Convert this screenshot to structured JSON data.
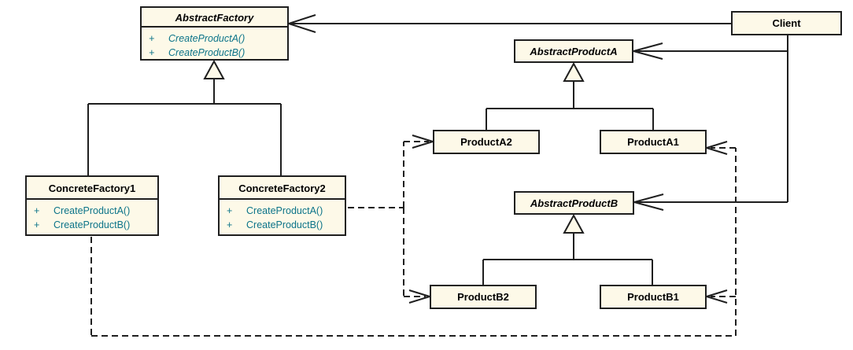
{
  "diagram_type": "uml-class-diagram",
  "colors": {
    "background": "#ffffff",
    "box_fill": "#fdf9e8",
    "box_border": "#1f1f1f",
    "title_text": "#000000",
    "method_text": "#0c7489"
  },
  "classes": {
    "abstract_factory": {
      "name": "AbstractFactory",
      "abstract": true,
      "methods": [
        {
          "visibility": "+",
          "signature": "CreateProductA()"
        },
        {
          "visibility": "+",
          "signature": "CreateProductB()"
        }
      ]
    },
    "client": {
      "name": "Client",
      "abstract": false
    },
    "abstract_product_a": {
      "name": "AbstractProductA",
      "abstract": true
    },
    "product_a2": {
      "name": "ProductA2",
      "abstract": false
    },
    "product_a1": {
      "name": "ProductA1",
      "abstract": false
    },
    "abstract_product_b": {
      "name": "AbstractProductB",
      "abstract": true
    },
    "product_b2": {
      "name": "ProductB2",
      "abstract": false
    },
    "product_b1": {
      "name": "ProductB1",
      "abstract": false
    },
    "concrete_factory1": {
      "name": "ConcreteFactory1",
      "abstract": false,
      "methods": [
        {
          "visibility": "+",
          "signature": "CreateProductA()"
        },
        {
          "visibility": "+",
          "signature": "CreateProductB()"
        }
      ]
    },
    "concrete_factory2": {
      "name": "ConcreteFactory2",
      "abstract": false,
      "methods": [
        {
          "visibility": "+",
          "signature": "CreateProductA()"
        },
        {
          "visibility": "+",
          "signature": "CreateProductB()"
        }
      ]
    }
  },
  "relationships": [
    {
      "from": "Client",
      "to": "AbstractFactory",
      "type": "association",
      "line": "solid",
      "arrow": "open"
    },
    {
      "from": "Client",
      "to": "AbstractProductA",
      "type": "association",
      "line": "solid",
      "arrow": "open"
    },
    {
      "from": "Client",
      "to": "AbstractProductB",
      "type": "association",
      "line": "solid",
      "arrow": "open"
    },
    {
      "from": "ConcreteFactory1",
      "to": "AbstractFactory",
      "type": "generalization",
      "line": "solid",
      "arrow": "hollow-triangle"
    },
    {
      "from": "ConcreteFactory2",
      "to": "AbstractFactory",
      "type": "generalization",
      "line": "solid",
      "arrow": "hollow-triangle"
    },
    {
      "from": "ProductA2",
      "to": "AbstractProductA",
      "type": "generalization",
      "line": "solid",
      "arrow": "hollow-triangle"
    },
    {
      "from": "ProductA1",
      "to": "AbstractProductA",
      "type": "generalization",
      "line": "solid",
      "arrow": "hollow-triangle"
    },
    {
      "from": "ProductB2",
      "to": "AbstractProductB",
      "type": "generalization",
      "line": "solid",
      "arrow": "hollow-triangle"
    },
    {
      "from": "ProductB1",
      "to": "AbstractProductB",
      "type": "generalization",
      "line": "solid",
      "arrow": "hollow-triangle"
    },
    {
      "from": "ConcreteFactory2",
      "to": "ProductA2",
      "type": "dependency",
      "line": "dashed",
      "arrow": "open"
    },
    {
      "from": "ConcreteFactory2",
      "to": "ProductB2",
      "type": "dependency",
      "line": "dashed",
      "arrow": "open"
    },
    {
      "from": "ConcreteFactory1",
      "to": "ProductA1",
      "type": "dependency",
      "line": "dashed",
      "arrow": "open"
    },
    {
      "from": "ConcreteFactory1",
      "to": "ProductB1",
      "type": "dependency",
      "line": "dashed",
      "arrow": "open"
    }
  ]
}
